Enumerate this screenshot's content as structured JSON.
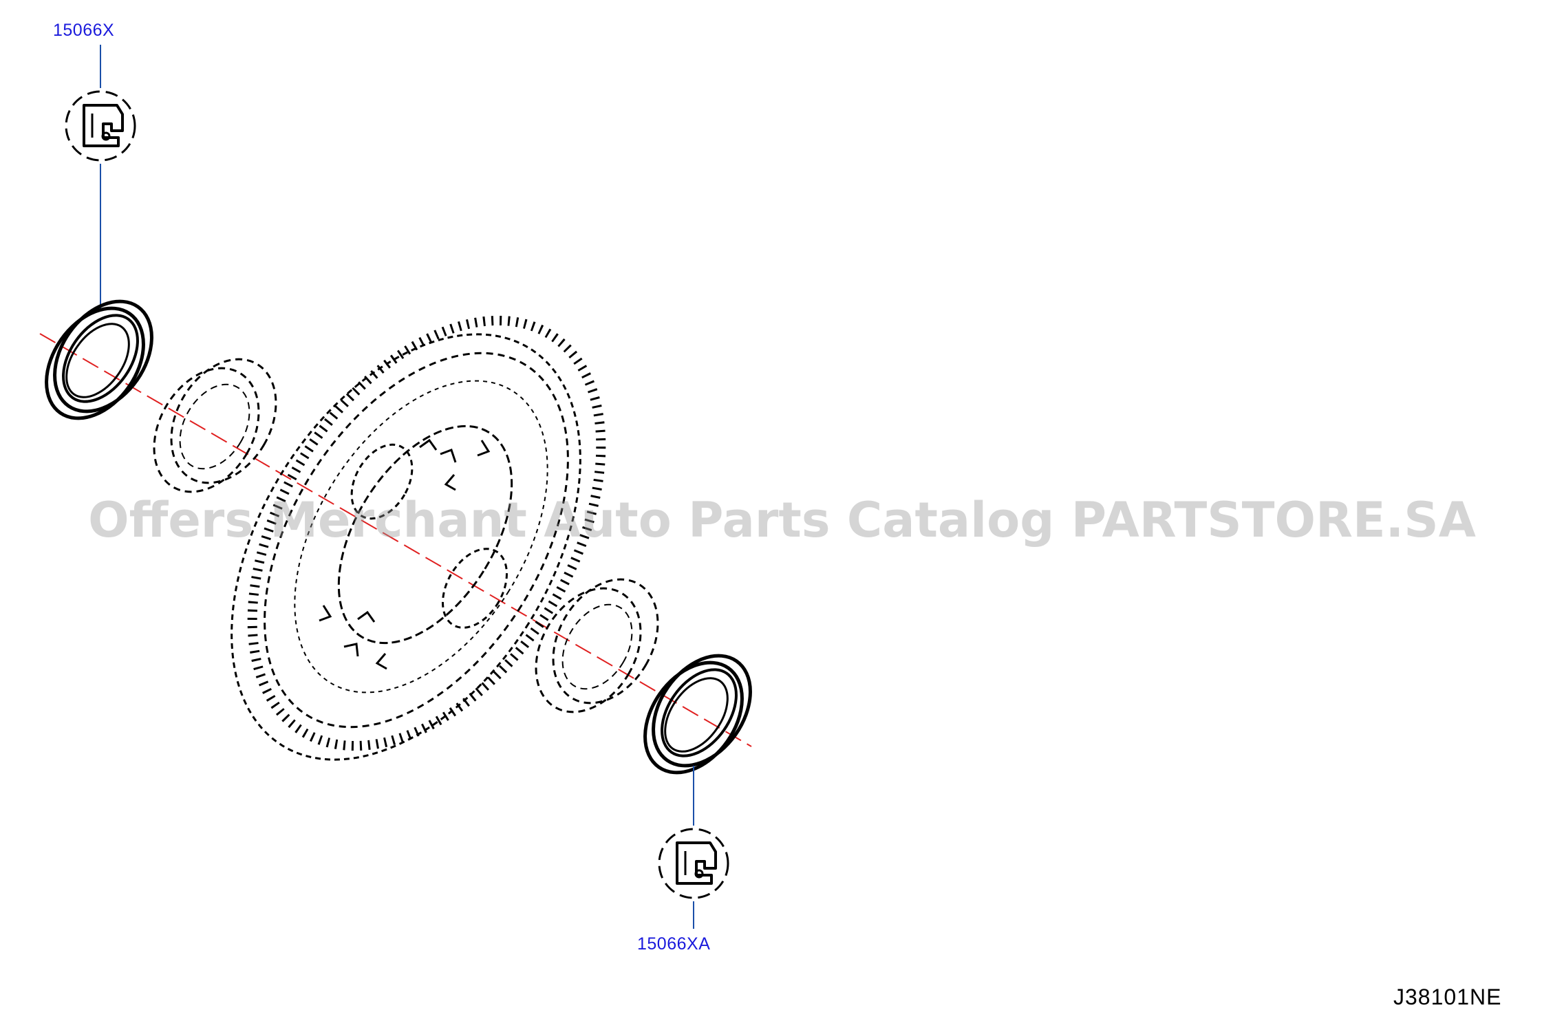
{
  "callouts": {
    "top_part_number": "15066X",
    "bottom_part_number": "15066XA"
  },
  "diagram_code": "J38101NE",
  "watermark": "Offers Merchant Auto Parts Catalog PARTSTORE.SA",
  "colors": {
    "callout_text": "#1a1adc",
    "leader_line": "#1a4fa8",
    "axis_line": "#e02020",
    "drawing_stroke": "#000000",
    "watermark": "#969696"
  }
}
